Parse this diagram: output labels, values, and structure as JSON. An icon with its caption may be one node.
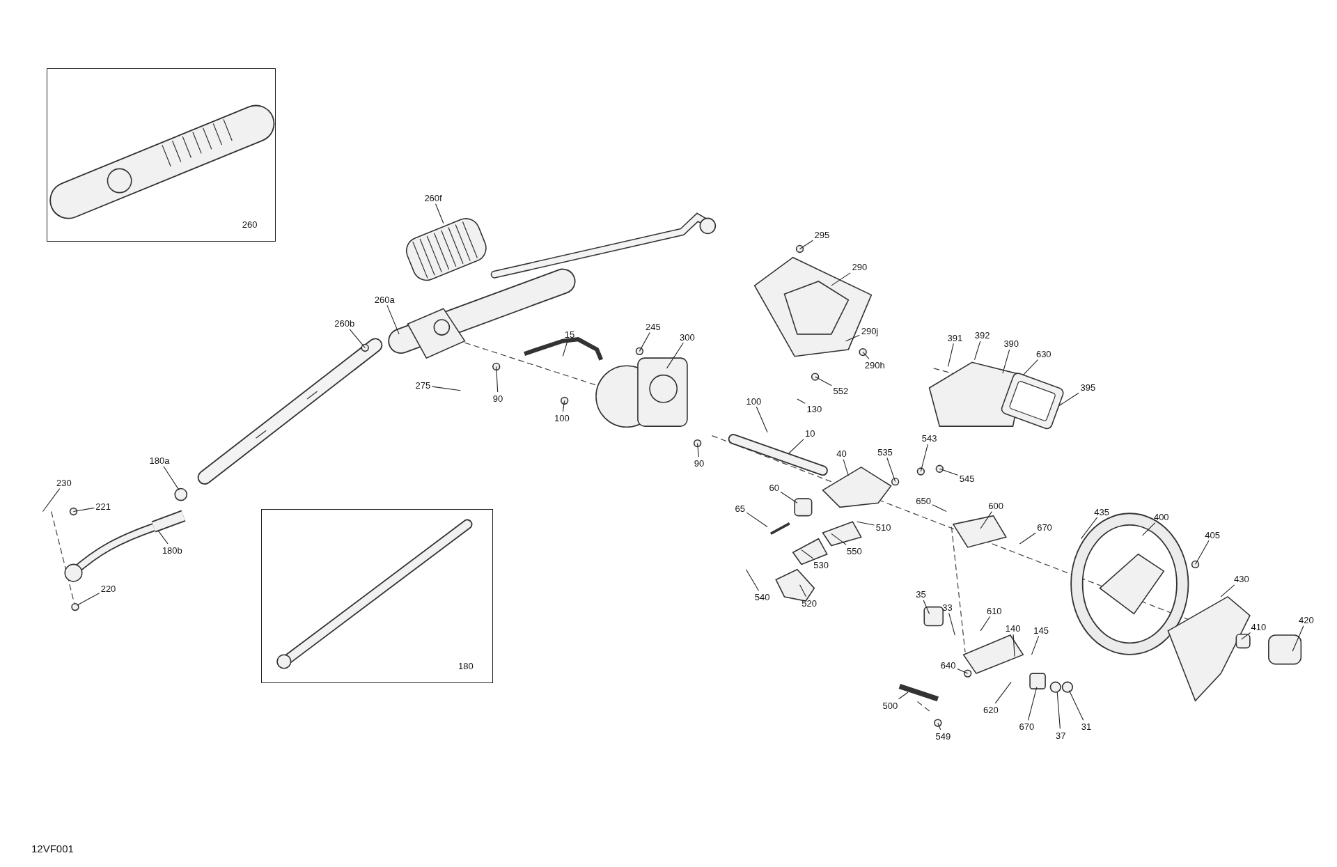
{
  "diagram": {
    "nodes": [
      {
        "text": [
          "260"
        ]
      },
      {
        "text": [
          "260f"
        ]
      },
      {
        "text": [
          "295"
        ]
      },
      {
        "text": [
          "290"
        ]
      },
      {
        "text": [
          "260a"
        ]
      },
      {
        "text": [
          "260b"
        ]
      },
      {
        "text": [
          "245"
        ]
      },
      {
        "text": [
          "300"
        ]
      },
      {
        "text": [
          "15"
        ]
      },
      {
        "text": [
          "290j"
        ]
      },
      {
        "text": [
          "391"
        ]
      },
      {
        "text": [
          "392"
        ]
      },
      {
        "text": [
          "390"
        ]
      },
      {
        "text": [
          "630"
        ]
      },
      {
        "text": [
          "290h"
        ]
      },
      {
        "text": [
          "275"
        ]
      },
      {
        "text": [
          "395"
        ]
      },
      {
        "text": [
          "90"
        ]
      },
      {
        "text": [
          "552"
        ]
      },
      {
        "text": [
          "100"
        ]
      },
      {
        "text": [
          "130"
        ]
      },
      {
        "text": [
          "100"
        ]
      },
      {
        "text": [
          "10"
        ]
      },
      {
        "text": [
          "40"
        ]
      },
      {
        "text": [
          "535"
        ]
      },
      {
        "text": [
          "543"
        ]
      },
      {
        "text": [
          "90"
        ]
      },
      {
        "text": [
          "180a"
        ]
      },
      {
        "text": [
          "545"
        ]
      },
      {
        "text": [
          "230"
        ]
      },
      {
        "text": [
          "60"
        ]
      },
      {
        "text": [
          "650"
        ]
      },
      {
        "text": [
          "600"
        ]
      },
      {
        "text": [
          "65"
        ]
      },
      {
        "text": [
          "221"
        ]
      },
      {
        "text": [
          "180"
        ]
      },
      {
        "text": [
          "435"
        ]
      },
      {
        "text": [
          "400"
        ]
      },
      {
        "text": [
          "510"
        ]
      },
      {
        "text": [
          "670"
        ]
      },
      {
        "text": [
          "405"
        ]
      },
      {
        "text": [
          "180b"
        ]
      },
      {
        "text": [
          "550"
        ]
      },
      {
        "text": [
          "530"
        ]
      },
      {
        "text": [
          "430"
        ]
      },
      {
        "text": [
          "220"
        ]
      },
      {
        "text": [
          "35"
        ]
      },
      {
        "text": [
          "540"
        ]
      },
      {
        "text": [
          "520"
        ]
      },
      {
        "text": [
          "33"
        ]
      },
      {
        "text": [
          "610"
        ]
      },
      {
        "text": [
          "410"
        ]
      },
      {
        "text": [
          "420"
        ]
      },
      {
        "text": [
          "140"
        ]
      },
      {
        "text": [
          "145"
        ]
      },
      {
        "text": [
          "640"
        ]
      },
      {
        "text": [
          "620"
        ]
      },
      {
        "text": [
          "670"
        ]
      },
      {
        "text": [
          "500"
        ]
      },
      {
        "text": [
          "37"
        ]
      },
      {
        "text": [
          "31"
        ]
      },
      {
        "text": [
          "549"
        ]
      }
    ],
    "edges": [
      {
        "from": 1,
        "to": null,
        "arrow": "none"
      },
      {
        "from": 2,
        "to": null,
        "arrow": "none"
      },
      {
        "from": 3,
        "to": null,
        "arrow": "none"
      },
      {
        "from": 4,
        "to": null,
        "arrow": "none"
      },
      {
        "from": 5,
        "to": null,
        "arrow": "none"
      },
      {
        "from": 6,
        "to": null,
        "arrow": "none"
      },
      {
        "from": 7,
        "to": null,
        "arrow": "none"
      },
      {
        "from": 8,
        "to": null,
        "arrow": "none"
      },
      {
        "from": 9,
        "to": null,
        "arrow": "none"
      },
      {
        "from": 10,
        "to": null,
        "arrow": "none"
      },
      {
        "from": 11,
        "to": null,
        "arrow": "none"
      },
      {
        "from": 12,
        "to": null,
        "arrow": "none"
      },
      {
        "from": 13,
        "to": null,
        "arrow": "none"
      },
      {
        "from": 14,
        "to": null,
        "arrow": "none"
      },
      {
        "from": 15,
        "to": null,
        "arrow": "none"
      },
      {
        "from": 16,
        "to": null,
        "arrow": "none"
      },
      {
        "from": 17,
        "to": null,
        "arrow": "none"
      },
      {
        "from": 18,
        "to": null,
        "arrow": "none"
      },
      {
        "from": 19,
        "to": null,
        "arrow": "none"
      },
      {
        "from": 20,
        "to": null,
        "arrow": "none"
      },
      {
        "from": 21,
        "to": null,
        "arrow": "none"
      },
      {
        "from": 22,
        "to": null,
        "arrow": "none"
      },
      {
        "from": 23,
        "to": null,
        "arrow": "none"
      },
      {
        "from": 24,
        "to": null,
        "arrow": "none"
      },
      {
        "from": 25,
        "to": null,
        "arrow": "none"
      },
      {
        "from": 26,
        "to": null,
        "arrow": "none"
      },
      {
        "from": 27,
        "to": null,
        "arrow": "none"
      },
      {
        "from": 28,
        "to": null,
        "arrow": "none"
      },
      {
        "from": 29,
        "to": null,
        "arrow": "none"
      },
      {
        "from": 30,
        "to": null,
        "arrow": "none"
      },
      {
        "from": 31,
        "to": null,
        "arrow": "none"
      },
      {
        "from": 32,
        "to": null,
        "arrow": "none"
      },
      {
        "from": 33,
        "to": null,
        "arrow": "none"
      },
      {
        "from": 34,
        "to": null,
        "arrow": "none"
      },
      {
        "from": 36,
        "to": null,
        "arrow": "none"
      },
      {
        "from": 37,
        "to": null,
        "arrow": "none"
      },
      {
        "from": 38,
        "to": null,
        "arrow": "none"
      },
      {
        "from": 39,
        "to": null,
        "arrow": "none"
      },
      {
        "from": 40,
        "to": null,
        "arrow": "none"
      },
      {
        "from": 41,
        "to": null,
        "arrow": "none"
      },
      {
        "from": 42,
        "to": null,
        "arrow": "none"
      },
      {
        "from": 43,
        "to": null,
        "arrow": "none"
      },
      {
        "from": 44,
        "to": null,
        "arrow": "none"
      },
      {
        "from": 45,
        "to": null,
        "arrow": "none"
      },
      {
        "from": 46,
        "to": null,
        "arrow": "none"
      },
      {
        "from": 47,
        "to": null,
        "arrow": "none"
      },
      {
        "from": 48,
        "to": null,
        "arrow": "none"
      },
      {
        "from": 49,
        "to": null,
        "arrow": "none"
      },
      {
        "from": 50,
        "to": null,
        "arrow": "none"
      },
      {
        "from": 51,
        "to": null,
        "arrow": "none"
      },
      {
        "from": 52,
        "to": null,
        "arrow": "none"
      },
      {
        "from": 53,
        "to": null,
        "arrow": "none"
      },
      {
        "from": 54,
        "to": null,
        "arrow": "none"
      },
      {
        "from": 55,
        "to": null,
        "arrow": "none"
      },
      {
        "from": 56,
        "to": null,
        "arrow": "none"
      },
      {
        "from": 57,
        "to": null,
        "arrow": "none"
      },
      {
        "from": 58,
        "to": null,
        "arrow": "none"
      },
      {
        "from": 59,
        "to": null,
        "arrow": "none"
      },
      {
        "from": 60,
        "to": null,
        "arrow": "none"
      },
      {
        "from": 61,
        "to": null,
        "arrow": "none"
      }
    ],
    "labels": [
      "12VF001"
    ]
  }
}
